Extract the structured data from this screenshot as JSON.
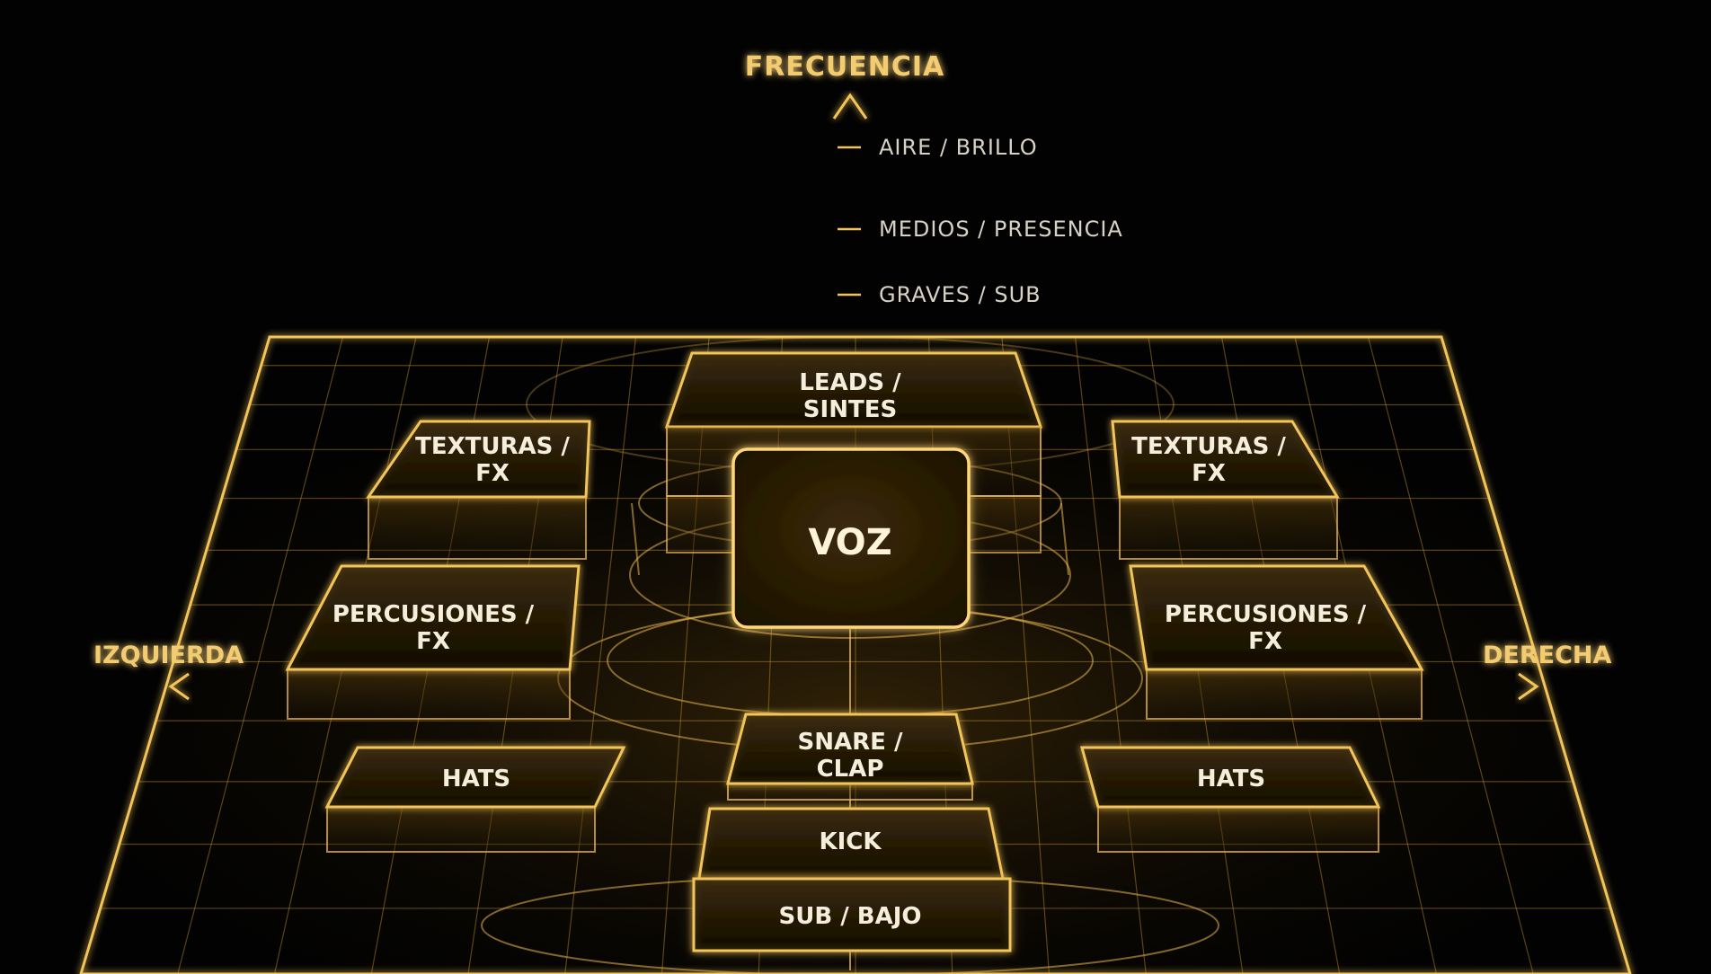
{
  "axes": {
    "vertical": {
      "title": "FRECUENCIA",
      "levels": [
        "AIRE / BRILLO",
        "MEDIOS / PRESENCIA",
        "GRAVES / SUB"
      ]
    },
    "left": "IZQUIERDA",
    "right": "DERECHA"
  },
  "blocks": {
    "leads": [
      "LEADS /",
      "SINTES"
    ],
    "voz": [
      "VOZ"
    ],
    "texturas_left": [
      "TEXTURAS /",
      "FX"
    ],
    "texturas_right": [
      "TEXTURAS /",
      "FX"
    ],
    "percusiones_left": [
      "PERCUSIONES /",
      "FX"
    ],
    "percusiones_right": [
      "PERCUSIONES /",
      "FX"
    ],
    "snare": [
      "SNARE /",
      "CLAP"
    ],
    "hats_left": [
      "HATS"
    ],
    "hats_right": [
      "HATS"
    ],
    "kick": [
      "KICK"
    ],
    "sub": [
      "SUB / BAJO"
    ]
  },
  "colors": {
    "glow": "#F2C45A",
    "accent": "#E8B040",
    "background": "#020202"
  }
}
